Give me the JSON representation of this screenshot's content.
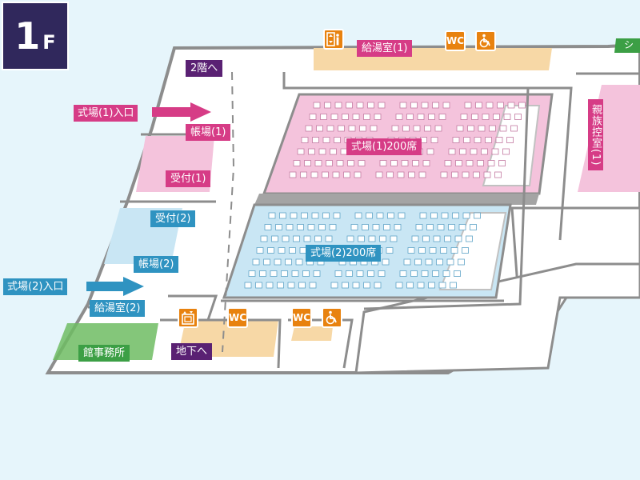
{
  "floor": {
    "number": "1",
    "unit": "F"
  },
  "entrances": {
    "hall1": "式場(1)入口",
    "hall2": "式場(2)入口"
  },
  "rooms": {
    "to_2f": "2階へ",
    "kitchen1": "給湯室(1)",
    "hall1": "式場(1)200席",
    "chouba1": "帳場(1)",
    "reception1": "受付(1)",
    "reception2": "受付(2)",
    "chouba2": "帳場(2)",
    "hall2": "式場(2)200席",
    "kitchen2": "給湯室(2)",
    "office": "館事務所",
    "to_b1": "地下へ",
    "family_waiting1": "親族控室(1)",
    "partial_green": "シ"
  },
  "icons": {
    "wc": "WC",
    "elevator_top": "elevator-icon",
    "elevator_bottom": "elevator-icon",
    "wheelchair": "wheelchair-icon"
  },
  "colors": {
    "pink": "#d63c86",
    "pink_area": "#f4c3dc",
    "blue": "#2f93c1",
    "blue_area": "#c9e6f4",
    "purple": "#5a2173",
    "green": "#3c9f45",
    "orange": "#e8820f",
    "orange_area": "#f7d8a6",
    "wall": "#8d8d8d",
    "badge": "#30285c"
  }
}
